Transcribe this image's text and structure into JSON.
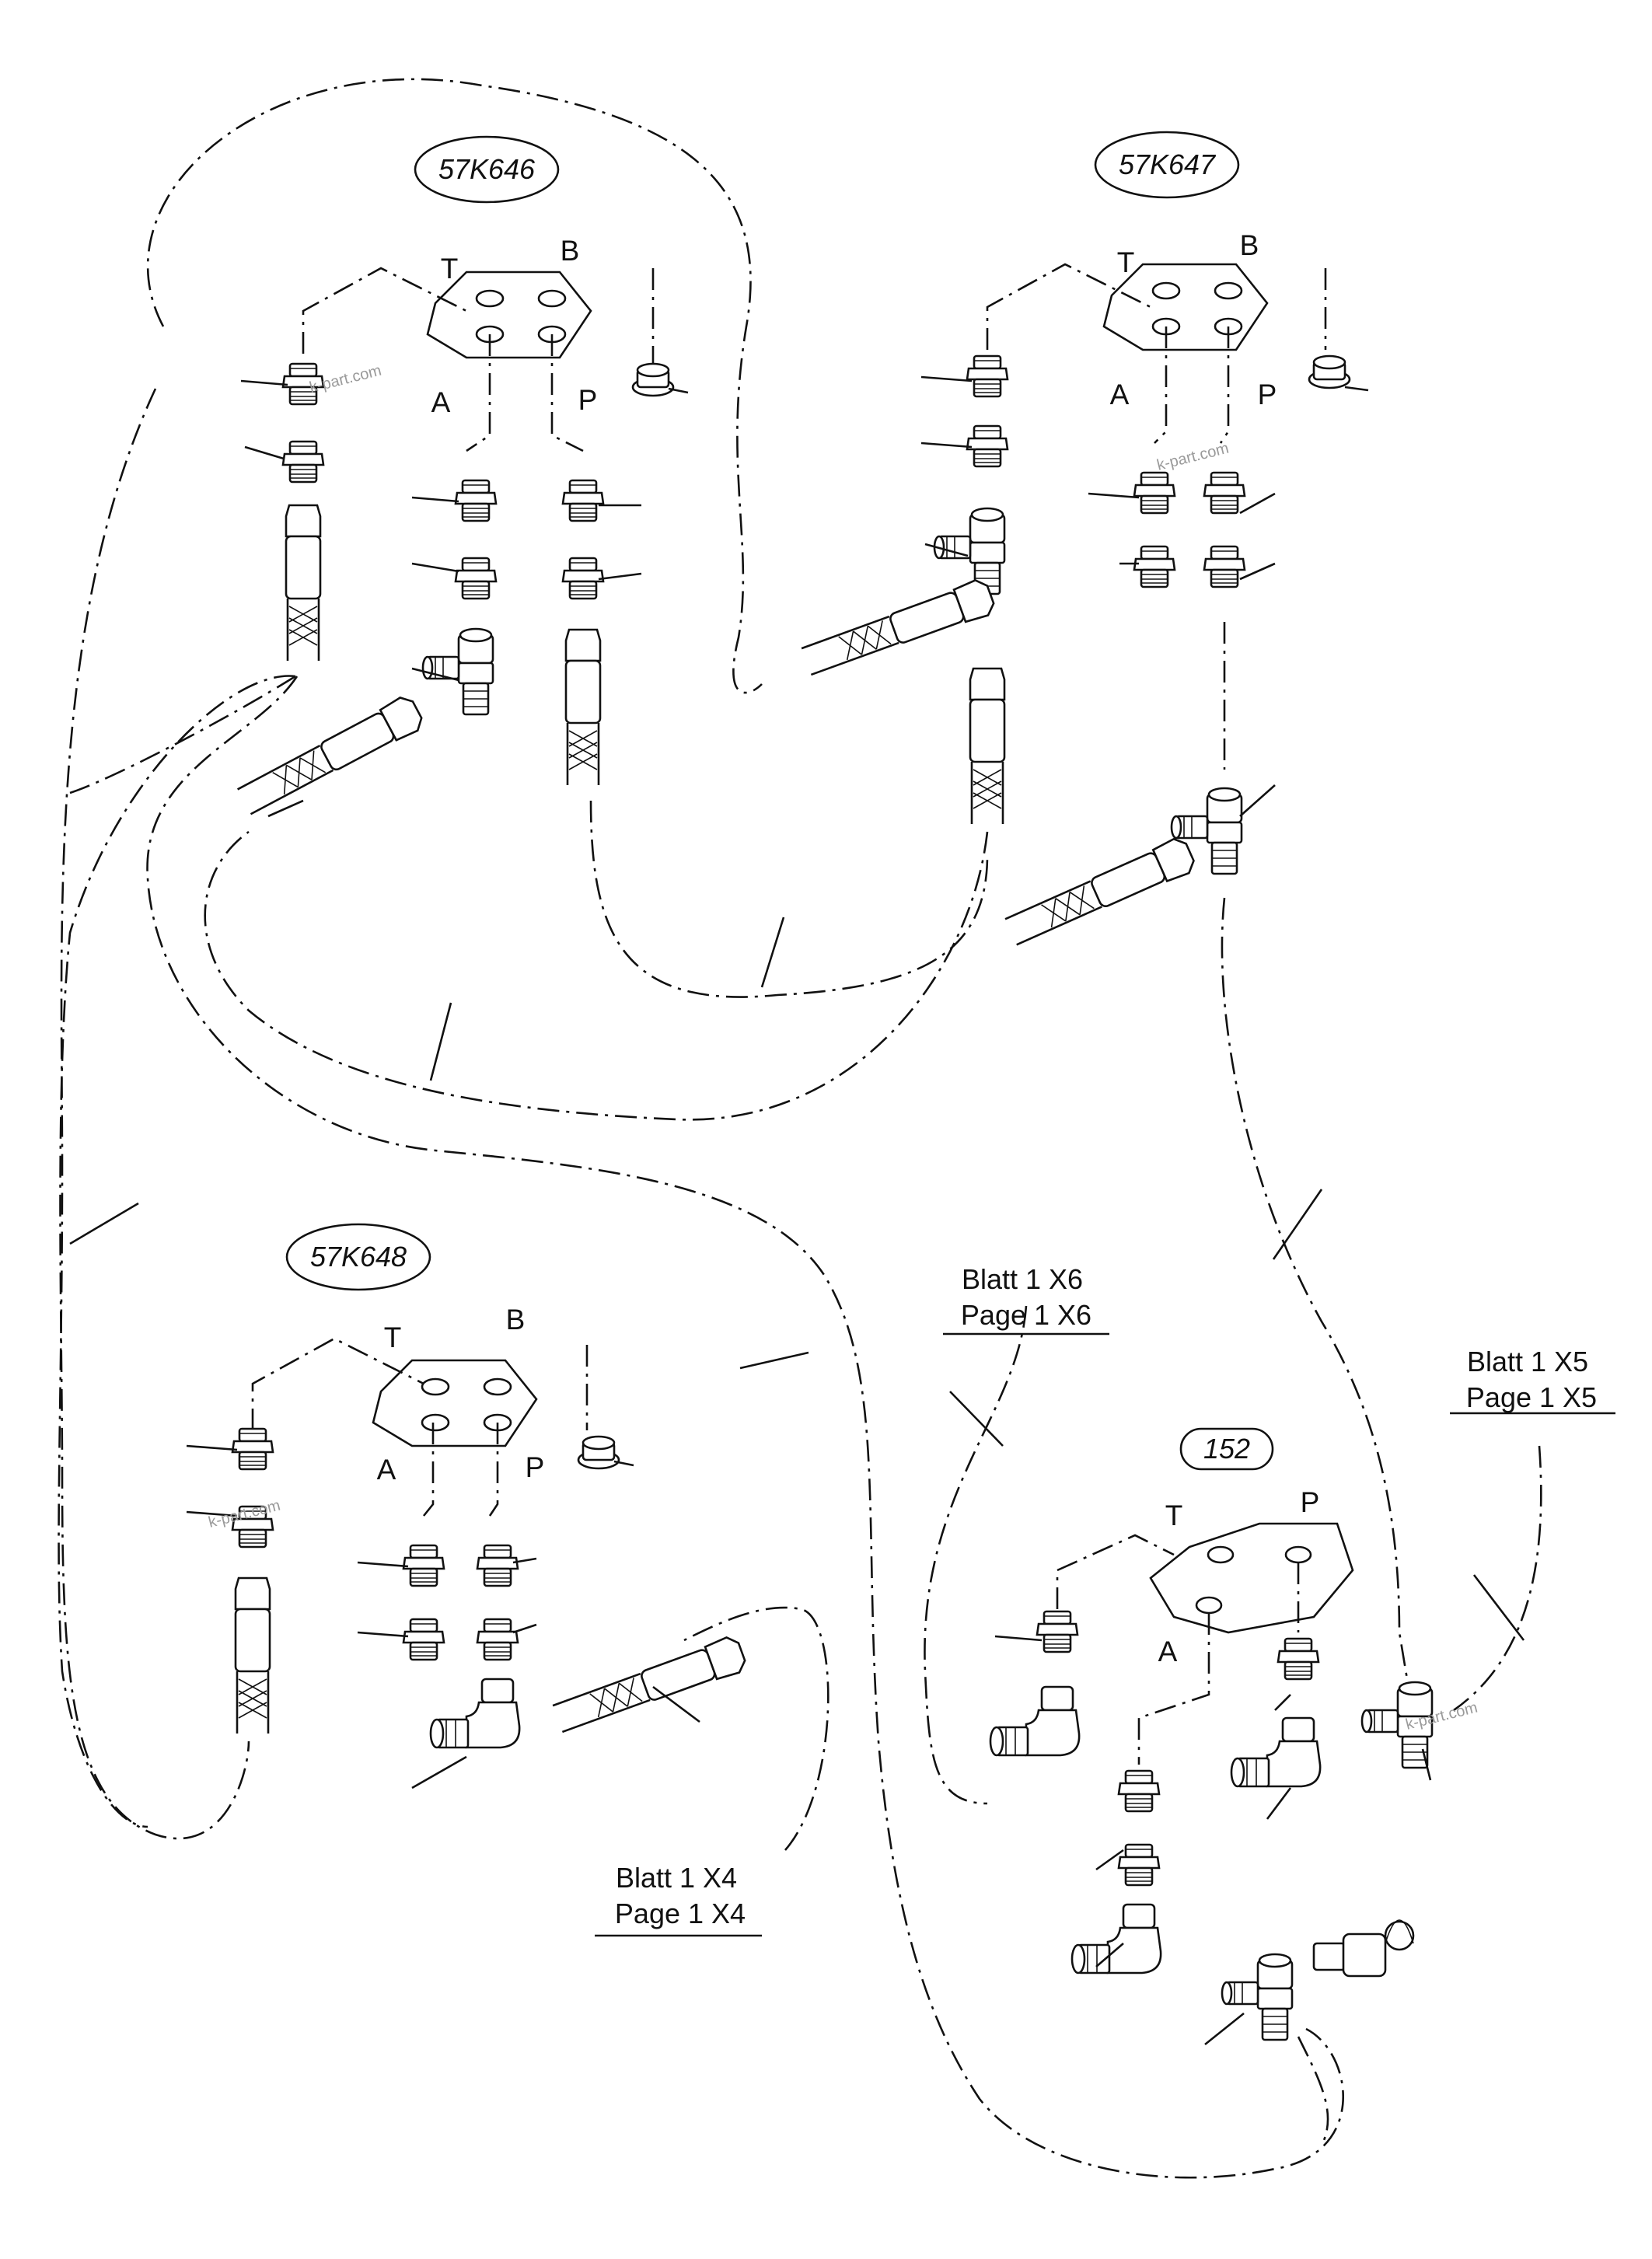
{
  "diagram": {
    "valve_blocks": [
      {
        "id": "57K646",
        "ports": {
          "T": "T",
          "B": "B",
          "A": "A",
          "P": "P"
        }
      },
      {
        "id": "57K647",
        "ports": {
          "T": "T",
          "B": "B",
          "A": "A",
          "P": "P"
        }
      },
      {
        "id": "57K648",
        "ports": {
          "T": "T",
          "B": "B",
          "A": "A",
          "P": "P"
        }
      },
      {
        "id": "152",
        "ports": {
          "T": "T",
          "P": "P",
          "A": "A"
        }
      }
    ],
    "references": [
      {
        "line1": "Blatt 1 X6",
        "line2": "Page 1 X6"
      },
      {
        "line1": "Blatt 1 X5",
        "line2": "Page 1 X5"
      },
      {
        "line1": "Blatt 1 X4",
        "line2": "Page 1 X4"
      }
    ],
    "watermark": "k-part.com"
  }
}
